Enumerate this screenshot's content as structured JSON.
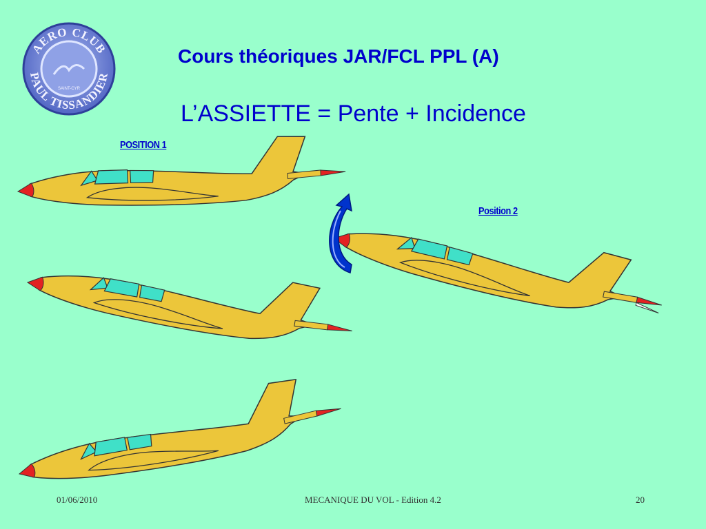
{
  "header": {
    "title": "Cours théoriques JAR/FCL PPL (A)",
    "subtitle": "L’ASSIETTE = Pente + Incidence"
  },
  "logo": {
    "top_text": "AERO CLUB",
    "bottom_text": "PAUL TISSANDIER",
    "center_text": "SAINT-CYR"
  },
  "labels": {
    "position1": "POSITION 1",
    "position2": "Position 2"
  },
  "footer": {
    "date": "01/06/2010",
    "center": "MECANIQUE DU VOL - Edition 4.2",
    "page": "20"
  },
  "colors": {
    "background": "#99ffcc",
    "text": "#0000cc",
    "airplane": "#ecc63a",
    "nose": "#e32222",
    "canopy": "#40e0c8",
    "arrow": "#0033cc"
  }
}
